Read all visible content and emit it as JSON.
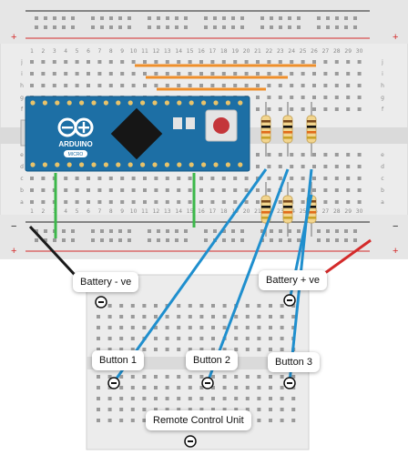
{
  "main_board": {
    "column_numbers": [
      "1",
      "2",
      "3",
      "4",
      "5",
      "6",
      "7",
      "8",
      "9",
      "10",
      "11",
      "12",
      "13",
      "14",
      "15",
      "16",
      "17",
      "18",
      "19",
      "20",
      "21",
      "22",
      "23",
      "24",
      "25",
      "26",
      "27",
      "28",
      "29",
      "30"
    ],
    "row_letters_top": [
      "j",
      "i",
      "h",
      "g",
      "f"
    ],
    "row_letters_bottom": [
      "e",
      "d",
      "c",
      "b",
      "a"
    ],
    "rail_plus": "+",
    "rail_minus": "−"
  },
  "arduino": {
    "brand": "ARDUINO",
    "model": "MICRO"
  },
  "colors": {
    "wire_blue": "#1f8fce",
    "wire_red": "#d42a2a",
    "wire_black": "#1a1a1a",
    "wire_green": "#3cb84a",
    "wire_orange": "#ef8f2b",
    "board_blue": "#1d6fa5"
  },
  "labels": {
    "battery_neg": "Battery - ve",
    "battery_pos": "Battery + ve",
    "button1": "Button 1",
    "button2": "Button 2",
    "button3": "Button 3",
    "remote": "Remote Control Unit"
  }
}
